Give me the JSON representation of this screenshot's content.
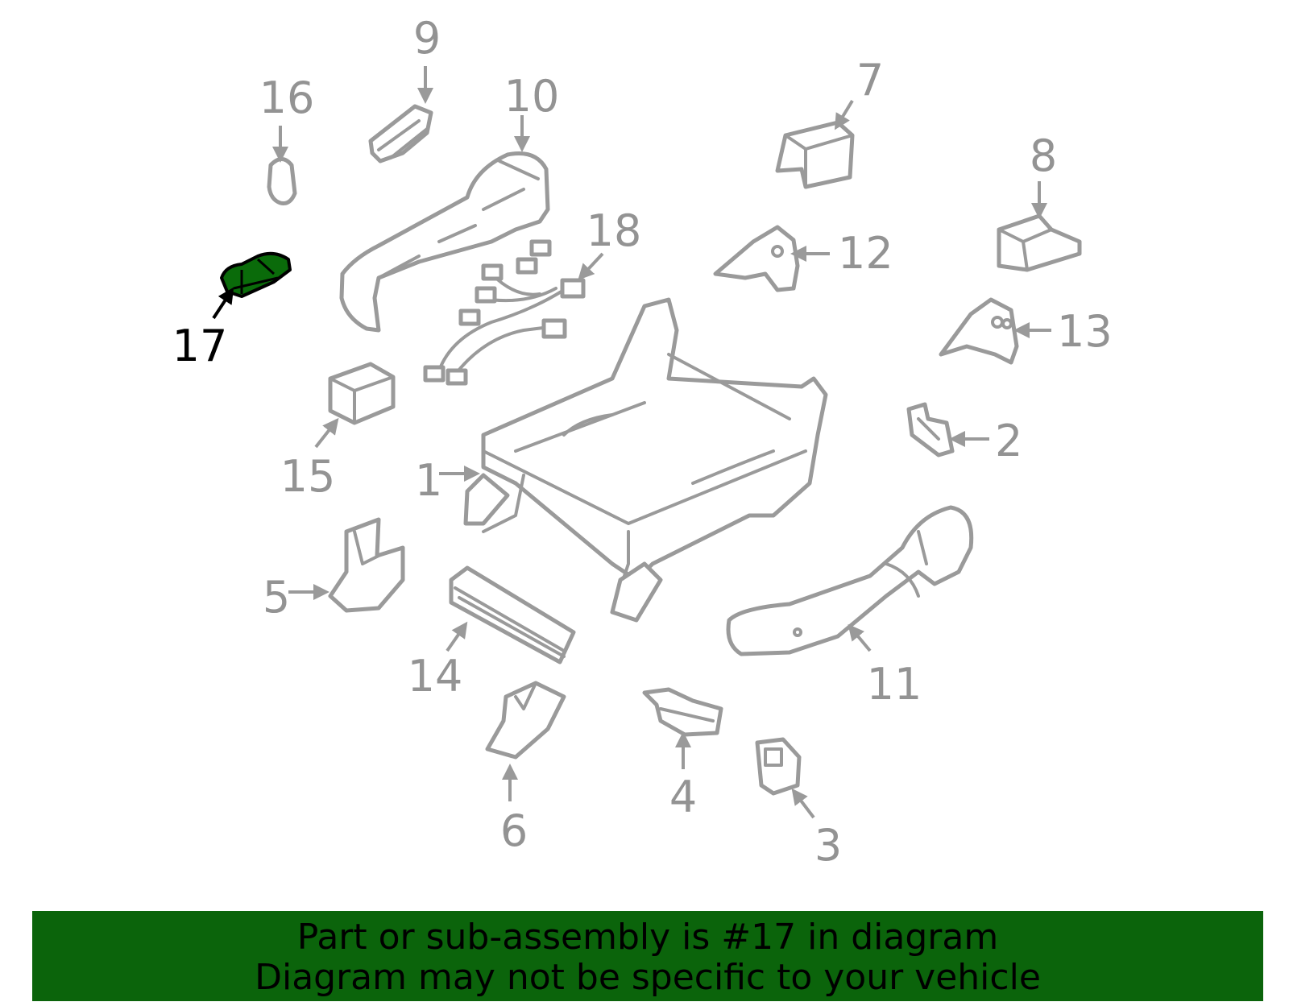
{
  "diagram": {
    "highlight_color": "#0b640b",
    "highlighted_callout": "17",
    "callouts": [
      {
        "id": "c1",
        "label": "1"
      },
      {
        "id": "c2",
        "label": "2"
      },
      {
        "id": "c3",
        "label": "3"
      },
      {
        "id": "c4",
        "label": "4"
      },
      {
        "id": "c5",
        "label": "5"
      },
      {
        "id": "c6",
        "label": "6"
      },
      {
        "id": "c7",
        "label": "7"
      },
      {
        "id": "c8",
        "label": "8"
      },
      {
        "id": "c9",
        "label": "9"
      },
      {
        "id": "c10",
        "label": "10"
      },
      {
        "id": "c11",
        "label": "11"
      },
      {
        "id": "c12",
        "label": "12"
      },
      {
        "id": "c13",
        "label": "13"
      },
      {
        "id": "c14",
        "label": "14"
      },
      {
        "id": "c15",
        "label": "15"
      },
      {
        "id": "c16",
        "label": "16"
      },
      {
        "id": "c17",
        "label": "17"
      },
      {
        "id": "c18",
        "label": "18"
      }
    ]
  },
  "banner": {
    "line1": "Part or sub-assembly is #17 in diagram",
    "line2": "Diagram may not be specific to your vehicle"
  }
}
